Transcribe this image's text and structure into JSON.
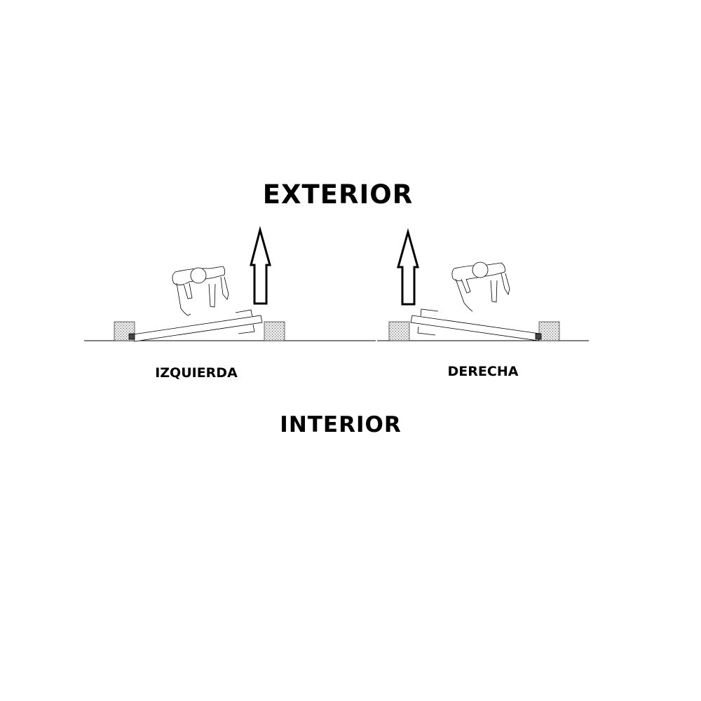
{
  "labels": {
    "exterior": "EXTERIOR",
    "interior": "INTERIOR",
    "left": "IZQUIERDA",
    "right": "DERECHA"
  },
  "colors": {
    "line": "#000000",
    "post_fill": "#cfcfcf"
  }
}
